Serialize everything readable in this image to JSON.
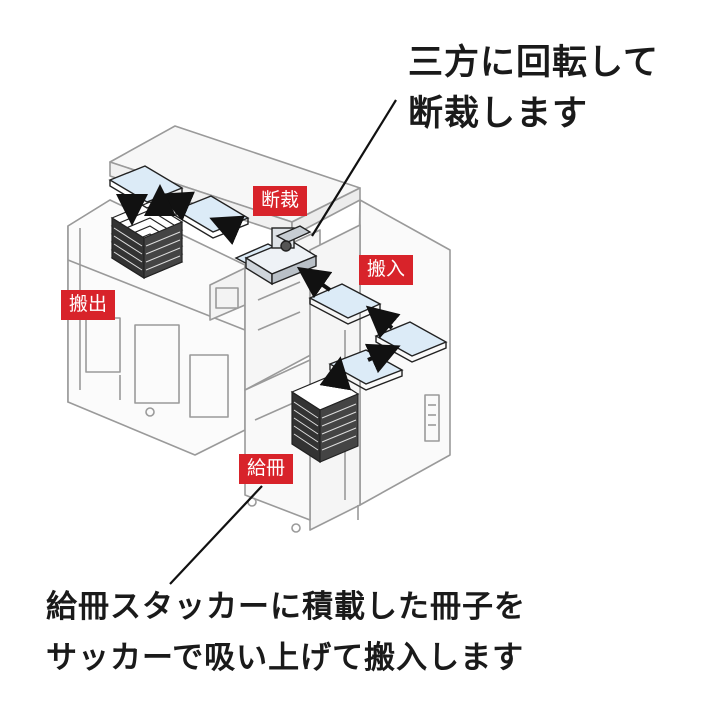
{
  "callout_top": {
    "line1": "三方に回転して",
    "line2": "断裁します"
  },
  "callout_bottom": {
    "line1": "給冊スタッカーに積載した冊子を",
    "line2": "サッカーで吸い上げて搬入します"
  },
  "labels": {
    "cut": "断裁",
    "carry_in": "搬入",
    "carry_out": "搬出",
    "feed": "給冊"
  },
  "colors": {
    "label_bg": "#d8232a",
    "label_text": "#ffffff",
    "machine_line": "#9a9a9a",
    "booklet_fill": "#dcebf7",
    "arrow": "#111111"
  }
}
